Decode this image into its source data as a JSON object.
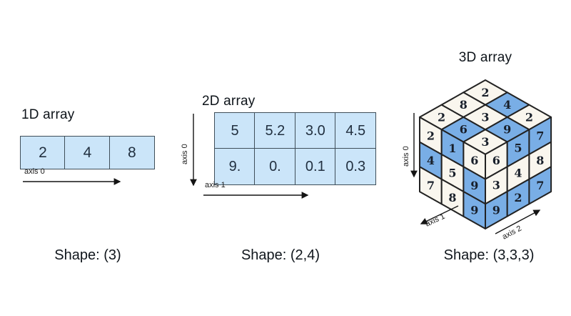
{
  "colors": {
    "array_cell_fill": "#cbe5f9",
    "array_cell_border": "#3f4e59",
    "cube_cell_fill": "#f9f6ee",
    "cube_cell_highlight": "#79aee6",
    "cube_stroke": "#222222",
    "arrow": "#141414"
  },
  "sections": {
    "array1d": {
      "title": "1D array",
      "values": [
        "2",
        "4",
        "8"
      ],
      "axis0_label": "axis 0",
      "shape_label": "Shape: (3)"
    },
    "array2d": {
      "title": "2D array",
      "rows": [
        [
          "5",
          "5.2",
          "3.0",
          "4.5"
        ],
        [
          "9.",
          "0.",
          "0.1",
          "0.3"
        ]
      ],
      "axis0_label": "axis 0",
      "axis1_label": "axis 1",
      "shape_label": "Shape: (2,4)"
    },
    "array3d": {
      "title": "3D array",
      "axis0_label": "axis 0",
      "axis1_label": "axis 1",
      "axis2_label": "axis 2",
      "shape_label": "Shape: (3,3,3)",
      "top_face": {
        "values": [
          [
            "2",
            "4",
            "2"
          ],
          [
            "8",
            "3",
            "9"
          ],
          [
            "2",
            "6",
            "3"
          ]
        ],
        "highlight": [
          [
            0,
            1,
            0
          ],
          [
            0,
            0,
            1
          ],
          [
            0,
            1,
            0
          ]
        ]
      },
      "front_face": {
        "values": [
          [
            "2",
            "1",
            "6"
          ],
          [
            "4",
            "5",
            "9"
          ],
          [
            "7",
            "8",
            "9"
          ]
        ],
        "highlight": [
          [
            0,
            1,
            0
          ],
          [
            1,
            0,
            1
          ],
          [
            0,
            0,
            1
          ]
        ]
      },
      "side_face": {
        "values": [
          [
            "6",
            "5",
            "7"
          ],
          [
            "3",
            "4",
            "8"
          ],
          [
            "9",
            "2",
            "7"
          ]
        ],
        "highlight": [
          [
            0,
            1,
            1
          ],
          [
            0,
            0,
            0
          ],
          [
            1,
            1,
            1
          ]
        ]
      }
    }
  }
}
